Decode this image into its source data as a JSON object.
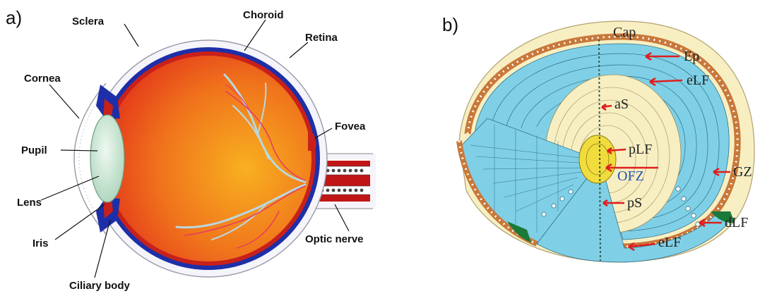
{
  "panels": [
    {
      "id": "a",
      "label": "a)",
      "parts": [
        {
          "key": "sclera",
          "label": "Sclera"
        },
        {
          "key": "choroid",
          "label": "Choroid"
        },
        {
          "key": "retina",
          "label": "Retina"
        },
        {
          "key": "cornea",
          "label": "Cornea"
        },
        {
          "key": "fovea",
          "label": "Fovea"
        },
        {
          "key": "pupil",
          "label": "Pupil"
        },
        {
          "key": "lens",
          "label": "Lens"
        },
        {
          "key": "iris",
          "label": "Iris"
        },
        {
          "key": "optic_nerve",
          "label": "Optic nerve"
        },
        {
          "key": "ciliary_body",
          "label": "Ciliary body"
        }
      ]
    },
    {
      "id": "b",
      "label": "b)",
      "parts": [
        {
          "key": "cap",
          "label": "Cap"
        },
        {
          "key": "ep",
          "label": "Ep"
        },
        {
          "key": "elf_upper",
          "label": "eLF"
        },
        {
          "key": "as",
          "label": "aS"
        },
        {
          "key": "plf",
          "label": "pLF"
        },
        {
          "key": "ofz",
          "label": "OFZ"
        },
        {
          "key": "gz",
          "label": "GZ"
        },
        {
          "key": "ps",
          "label": "pS"
        },
        {
          "key": "dlf",
          "label": "dLF"
        },
        {
          "key": "elf_lower",
          "label": "eLF"
        }
      ]
    }
  ],
  "colors": {
    "sclera": "#f4f4fa",
    "choroid": "#1d2fa8",
    "retina": "#c8201a",
    "vitreous_outer": "#e8321a",
    "vitreous_inner": "#f6a21e",
    "lens_fill": "#cfe6d8",
    "cyan": "#7fd0e6",
    "cream": "#f7efc2",
    "nucleus": "#f0dc3c",
    "capsule": "#c8783a",
    "arrow_red": "#e01e1e",
    "ofz_text": "#2450b8"
  }
}
